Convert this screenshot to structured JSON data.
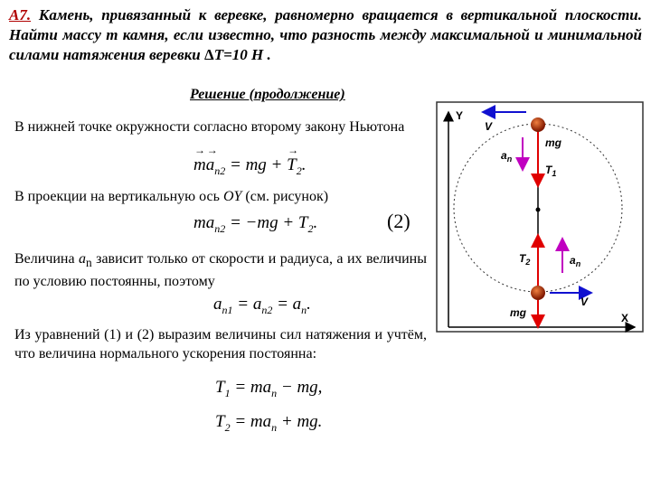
{
  "problem": {
    "number": "А7.",
    "text": "Камень, привязанный к веревке, равномерно вращается в вертикальной плоскости. Найти массу m камня, если известно, что разность между максимальной и минимальной силами натяжения веревки",
    "delta_symbol": "Δ",
    "delta_value": "T=10 Н ."
  },
  "heading": "Решение (продолжение)",
  "paragraphs": {
    "p1": "В нижней точке окружности согласно второму закону Ньютона",
    "p2_a": "В проекции на вертикальную ось ",
    "p2_axis": "OY",
    "p2_b": " (см. рисунок)",
    "p3_a": "Величина ",
    "p3_an": "a",
    "p3_an_sub": "n",
    "p3_b": " зависит только от скорости и радиуса, а их величины по условию постоянны, поэтому",
    "p4": "Из уравнений (1) и (2) выразим величины сил натяжения и учтём, что величина нормального ускорения постоянна:"
  },
  "formulas": {
    "f1": {
      "m": "m",
      "a": "a",
      "sub": "n2",
      "eq": " = ",
      "mg": "mg",
      "plus": " + ",
      "T": "T",
      "Tsub": "2",
      "end": "."
    },
    "f2": {
      "lhs": "ma",
      "sub": "n2",
      "rhs": " = −mg + T",
      "Tsub": "2",
      "end": "."
    },
    "eqnum": "(2)",
    "f3": {
      "a1": "a",
      "s1": "n1",
      "eq1": " = a",
      "s2": "n2",
      "eq2": " = a",
      "s3": "n",
      "end": "."
    },
    "f4": {
      "T": "T",
      "sub": "1",
      "rhs": " = ma",
      "nsub": "n",
      "tail": " − mg,"
    },
    "f5": {
      "T": "T",
      "sub": "2",
      "rhs": " = ma",
      "nsub": "n",
      "tail": " + mg."
    }
  },
  "figure": {
    "axis_y": "Y",
    "axis_x": "X",
    "top_v": "V",
    "top_mg": "mg",
    "top_an": "a",
    "top_an_sub": "n",
    "top_T": "T",
    "top_T_sub": "1",
    "bot_T": "T",
    "bot_T_sub": "2",
    "bot_an": "a",
    "bot_an_sub": "n",
    "bot_v": "V",
    "bot_mg": "mg",
    "colors": {
      "arrow_red": "#e00000",
      "arrow_blue": "#1010d0",
      "arrow_magenta": "#c000c0",
      "stone": "#a03010",
      "frame": "#333333"
    }
  }
}
